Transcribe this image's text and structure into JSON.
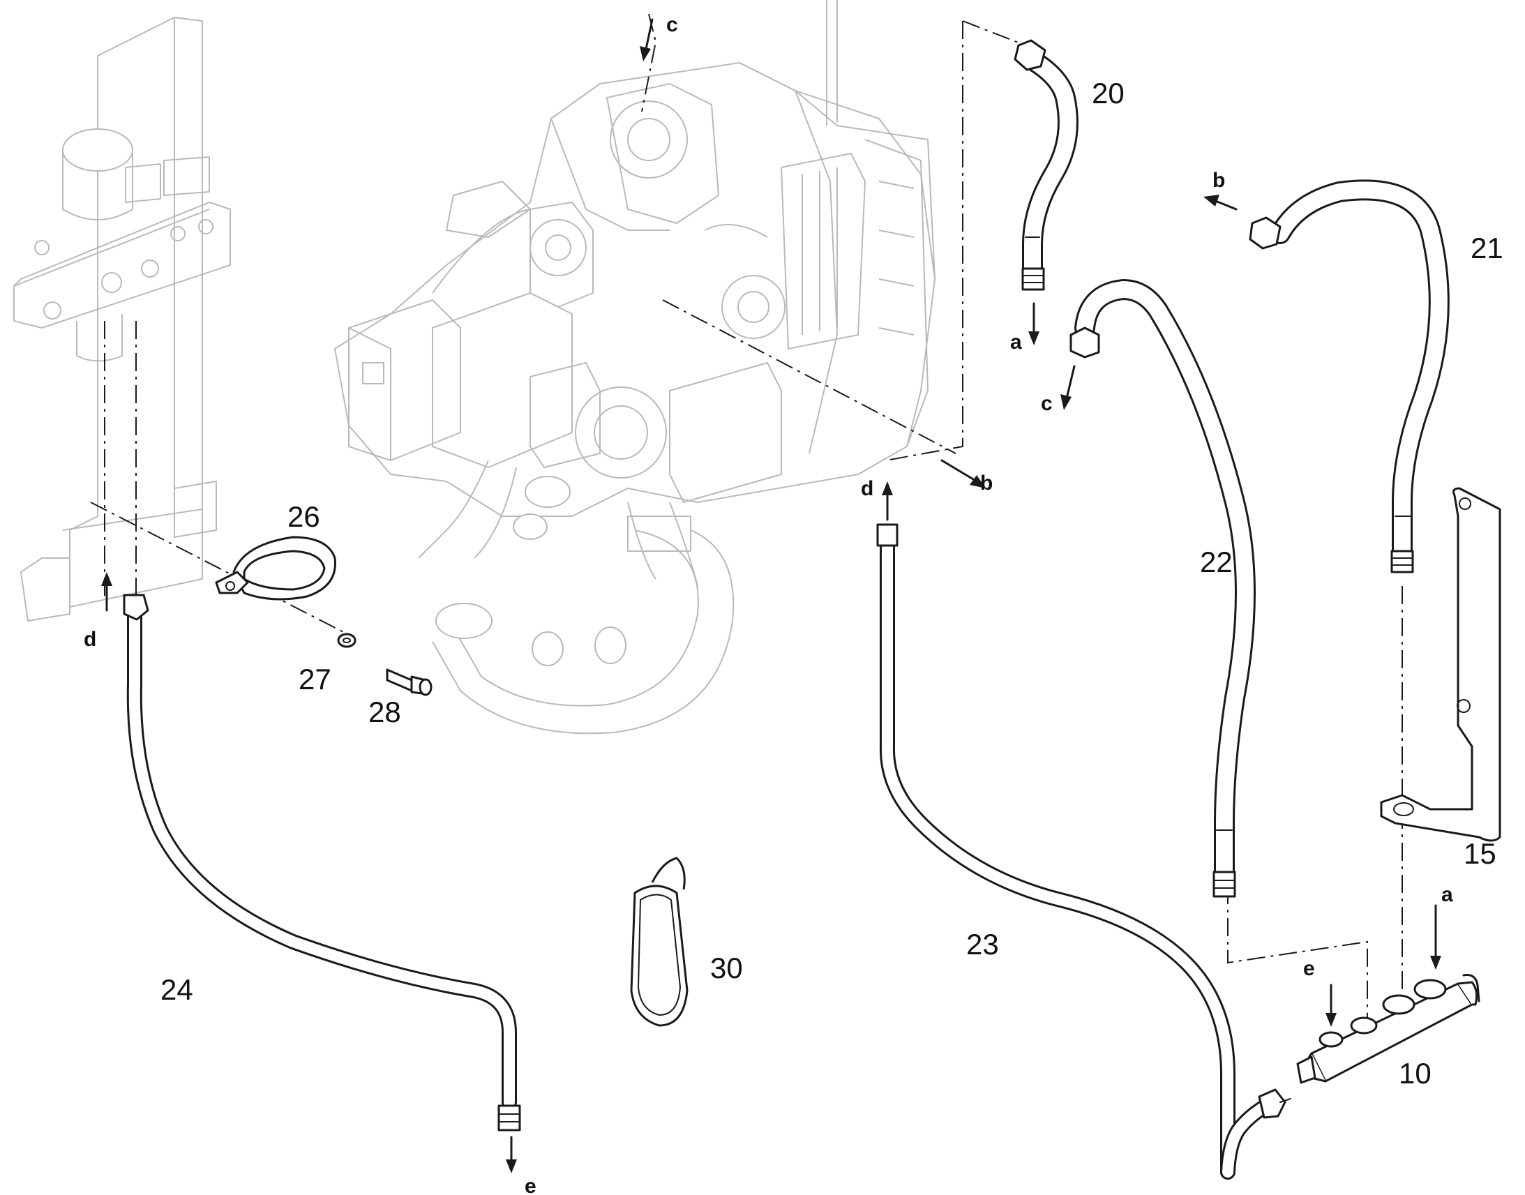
{
  "callouts": {
    "p20": "20",
    "p21": "21",
    "p22": "22",
    "p23": "23",
    "p24": "24",
    "p26": "26",
    "p27": "27",
    "p28": "28",
    "p30": "30",
    "p15": "15",
    "p10": "10"
  },
  "connection_labels": {
    "a_top": "a",
    "a_bottom": "a",
    "b_top": "b",
    "b_right": "b",
    "c_top": "c",
    "c_mid": "c",
    "d_left": "d",
    "d_center": "d",
    "e_left": "e",
    "e_right": "e"
  },
  "colors": {
    "line": "#1a1a1a",
    "background_parts": "#b9b9b9",
    "paper": "#ffffff"
  }
}
